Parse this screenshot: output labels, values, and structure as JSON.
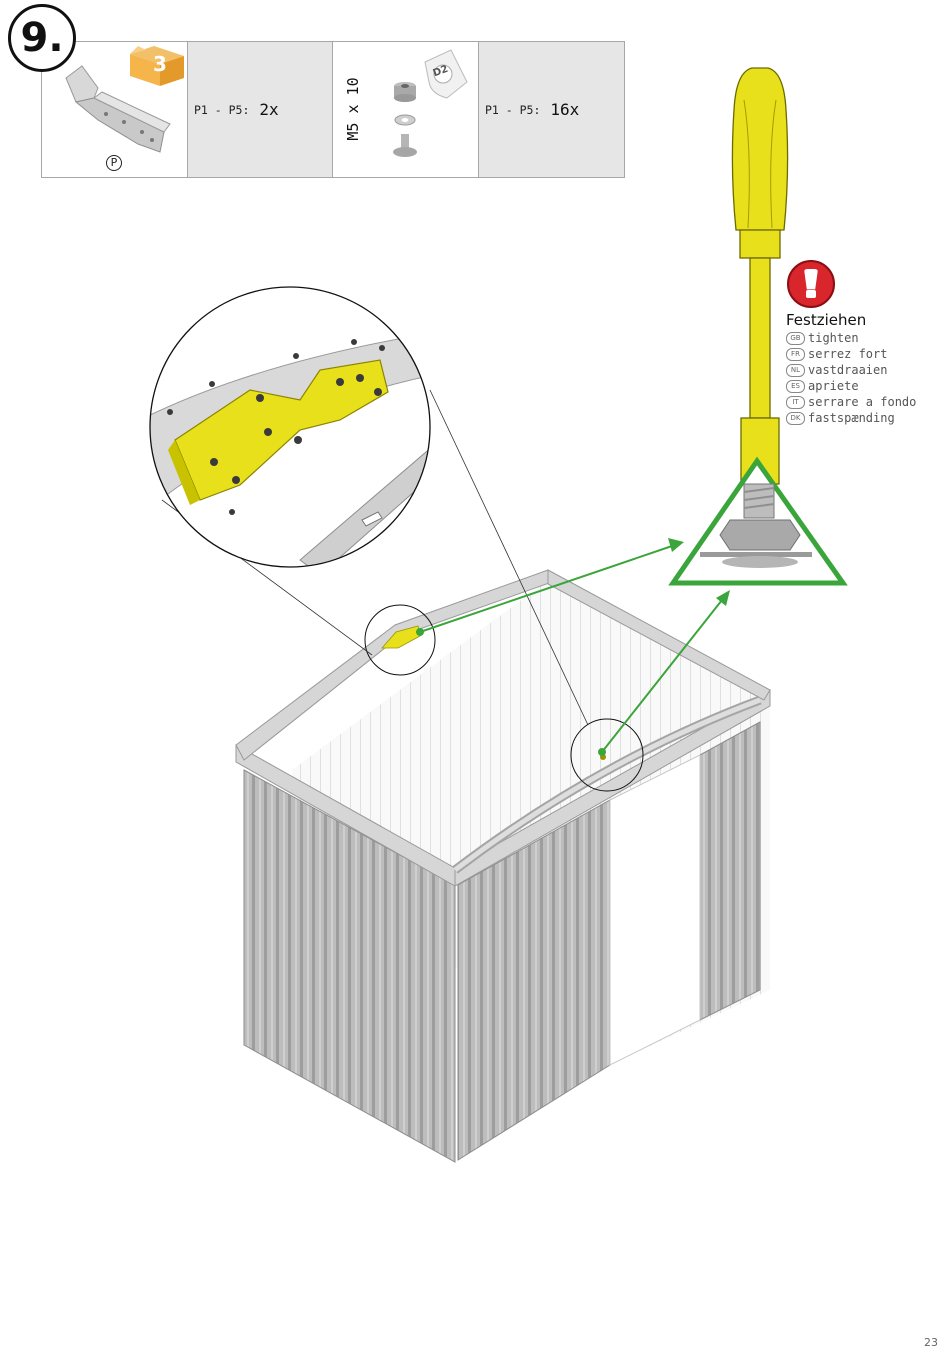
{
  "step": {
    "number": "9."
  },
  "parts": {
    "bracket": {
      "box_number": "3",
      "part_mark": "P",
      "range": "P1 - P5:",
      "count": "2x"
    },
    "screws": {
      "size": "M5 x 10",
      "bag_code": "D2",
      "range": "P1 - P5:",
      "count": "16x"
    }
  },
  "instruction": {
    "title": "Festziehen",
    "translations": [
      {
        "lang": "GB",
        "text": "tighten"
      },
      {
        "lang": "FR",
        "text": "serrez fort"
      },
      {
        "lang": "NL",
        "text": "vastdraaien"
      },
      {
        "lang": "ES",
        "text": "apriete"
      },
      {
        "lang": "IT",
        "text": "serrare a fondo"
      },
      {
        "lang": "DK",
        "text": "fastspænding"
      }
    ]
  },
  "icons": {
    "warning": "exclamation-warning-icon",
    "tool": "screwdriver-icon"
  },
  "colors": {
    "highlight_yellow": "#e8e01a",
    "arrow_green": "#3aa53a",
    "warning_red": "#d9252c",
    "panel_gray": "#e6e6e6",
    "shed_gray": "#b9b9b9"
  },
  "page": {
    "number": "23"
  }
}
